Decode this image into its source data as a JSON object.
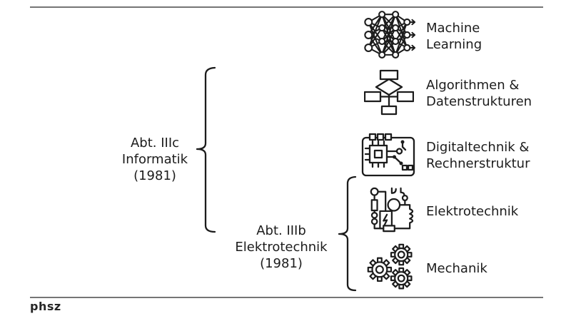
{
  "slide": {
    "background_color": "#ffffff",
    "rule_color": "#757575",
    "ink_color": "#1c1c1c"
  },
  "groups": [
    {
      "name": "Abt. IIIc Informatik",
      "label_lines": [
        "Abt. IIIc",
        "Informatik",
        "(1981)"
      ]
    },
    {
      "name": "Abt. IIIb Elektrotechnik",
      "label_lines": [
        "Abt. IIIb",
        "Elektrotechnik",
        "(1981)"
      ]
    }
  ],
  "items": [
    {
      "icon": "neural-network-icon",
      "label_lines": [
        "Machine",
        "Learning"
      ]
    },
    {
      "icon": "flowchart-icon",
      "label_lines": [
        "Algorithmen &",
        "Datenstrukturen"
      ]
    },
    {
      "icon": "circuit-board-icon",
      "label_lines": [
        "Digitaltechnik &",
        "Rechnerstruktur"
      ]
    },
    {
      "icon": "electric-circuit-icon",
      "label_lines": [
        "Elektrotechnik"
      ]
    },
    {
      "icon": "gears-icon",
      "label_lines": [
        "Mechanik"
      ]
    }
  ],
  "footer": {
    "logo_text": "phsz"
  }
}
